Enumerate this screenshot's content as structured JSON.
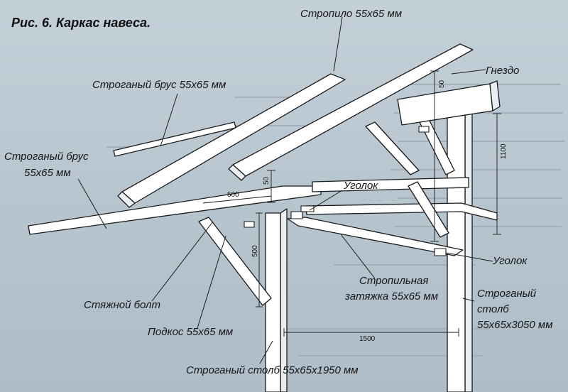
{
  "figure": {
    "title": "Рис. 6. Каркас навеса."
  },
  "labels": {
    "rafter": "Стропило 55х65 мм",
    "nest": "Гнездо",
    "planed_beam_top": "Строганый брус 55х65 мм",
    "planed_beam_left_line1": "Строганый брус",
    "planed_beam_left_line2": "55х65 мм",
    "corner_upper": "Уголок",
    "corner_lower": "Уголок",
    "tie_line1": "Стропильная",
    "tie_line2": "затяжка 55х65 мм",
    "tall_post_line1": "Строганый",
    "tall_post_line2": "столб",
    "tall_post_line3": "55х65х3050 мм",
    "tie_bolt": "Стяжной болт",
    "brace": "Подкос 55х65 мм",
    "short_post": "Строганый столб 55х65х1950 мм"
  },
  "dimensions": {
    "d50_top": "50",
    "d1100": "1100",
    "d50_left": "50",
    "d500_horizontal": "500",
    "d500_vertical": "500",
    "d1500": "1500"
  }
}
